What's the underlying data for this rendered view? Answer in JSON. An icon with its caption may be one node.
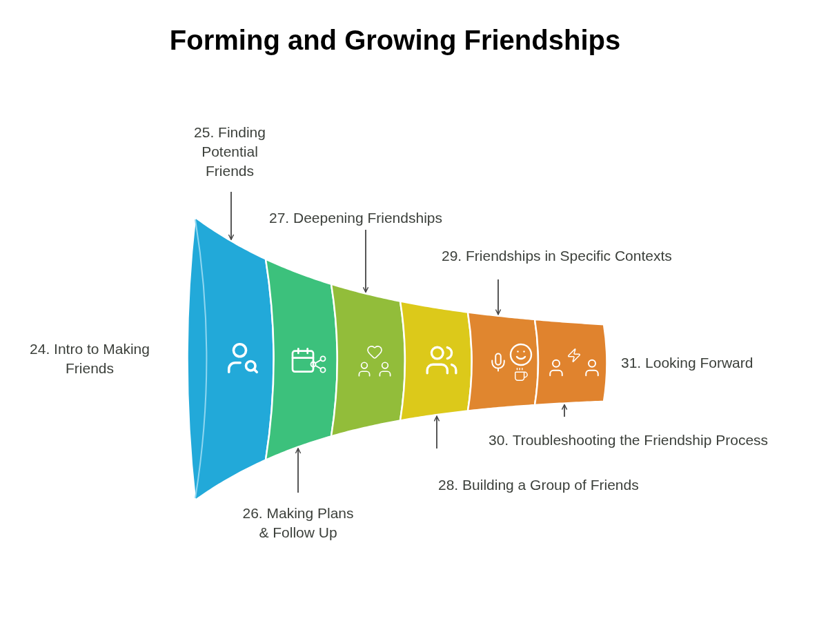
{
  "diagram": {
    "title": "Forming and Growing Friendships",
    "nodes": [
      {
        "text": [],
        "shape": "band",
        "beside": [
          "24. Intro to Making Friends"
        ]
      },
      {
        "text": [],
        "shape": "band"
      },
      {
        "text": [],
        "shape": "band"
      },
      {
        "text": [],
        "shape": "band"
      },
      {
        "text": [],
        "shape": "band"
      },
      {
        "text": [],
        "shape": "band",
        "beside": [
          "31. Looking Forward"
        ]
      },
      {
        "text": [
          "25. Finding Potential Friends"
        ]
      },
      {
        "text": [
          "26. Making Plans & Follow Up"
        ]
      },
      {
        "text": [
          "27. Deepening Friendships"
        ]
      },
      {
        "text": [
          "28. Building a Group of Friends"
        ]
      },
      {
        "text": [
          "29. Friendships in Specific Contexts"
        ]
      },
      {
        "text": [
          "30. Troubleshooting the Friendship Process"
        ]
      }
    ],
    "edges": [
      {
        "from": 6,
        "to": 0,
        "arrow": "to"
      },
      {
        "from": 7,
        "to": 1,
        "arrow": "to"
      },
      {
        "from": 8,
        "to": 2,
        "arrow": "to"
      },
      {
        "from": 9,
        "to": 3,
        "arrow": "to"
      },
      {
        "from": 10,
        "to": 4,
        "arrow": "to"
      },
      {
        "from": 11,
        "to": 5,
        "arrow": "to"
      }
    ]
  }
}
